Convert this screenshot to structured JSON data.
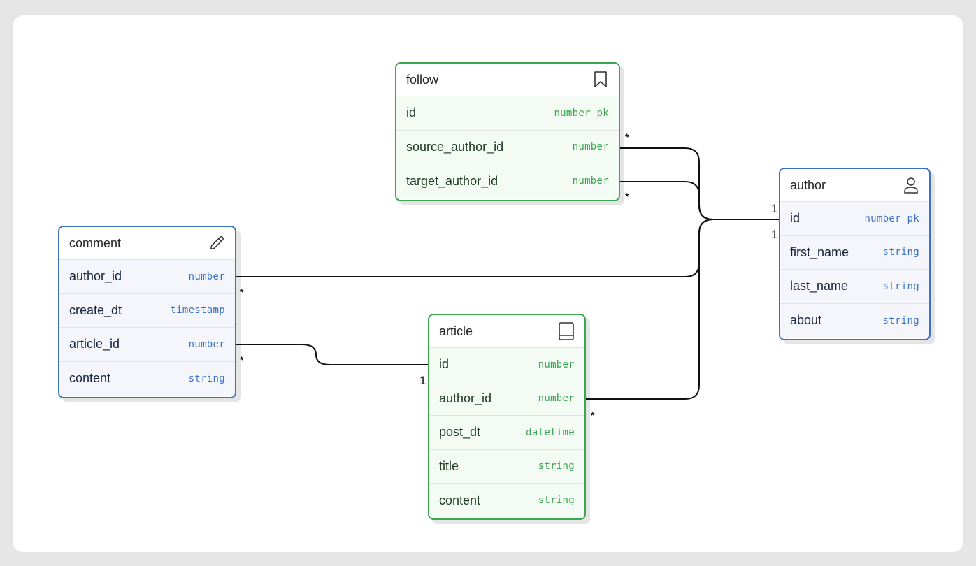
{
  "entities": {
    "follow": {
      "title": "follow",
      "icon": "bookmark-icon",
      "color": "#3aa64f",
      "fields": [
        {
          "name": "id",
          "type": "number pk"
        },
        {
          "name": "source_author_id",
          "type": "number"
        },
        {
          "name": "target_author_id",
          "type": "number"
        }
      ]
    },
    "author": {
      "title": "author",
      "icon": "user-icon",
      "color": "#3a72c8",
      "fields": [
        {
          "name": "id",
          "type": "number pk"
        },
        {
          "name": "first_name",
          "type": "string"
        },
        {
          "name": "last_name",
          "type": "string"
        },
        {
          "name": "about",
          "type": "string"
        }
      ]
    },
    "comment": {
      "title": "comment",
      "icon": "pencil-icon",
      "color": "#3a72c8",
      "fields": [
        {
          "name": "author_id",
          "type": "number"
        },
        {
          "name": "create_dt",
          "type": "timestamp"
        },
        {
          "name": "article_id",
          "type": "number"
        },
        {
          "name": "content",
          "type": "string"
        }
      ]
    },
    "article": {
      "title": "article",
      "icon": "book-icon",
      "color": "#3aa64f",
      "fields": [
        {
          "name": "id",
          "type": "number"
        },
        {
          "name": "author_id",
          "type": "number"
        },
        {
          "name": "post_dt",
          "type": "datetime"
        },
        {
          "name": "title",
          "type": "string"
        },
        {
          "name": "content",
          "type": "string"
        }
      ]
    }
  },
  "cardinality": {
    "many": "*",
    "one": "1",
    "one_one": "1 1"
  }
}
